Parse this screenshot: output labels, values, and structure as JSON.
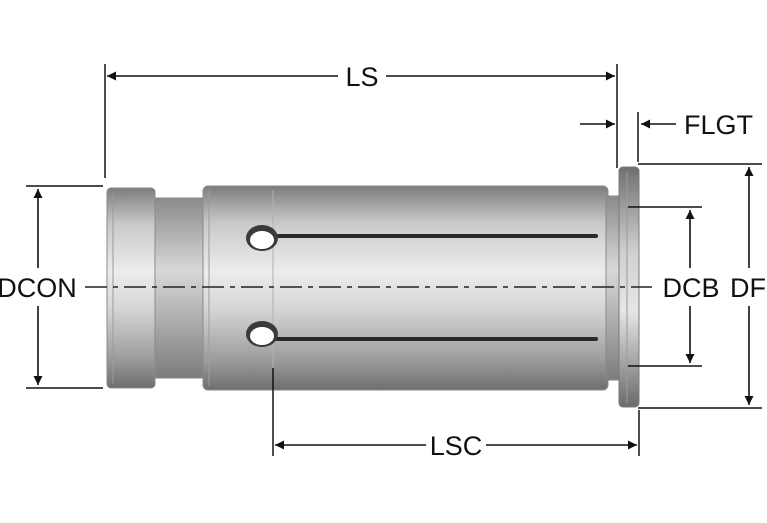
{
  "dimensions": {
    "ls": "LS",
    "flgt": "FLGT",
    "dcon": "DCON",
    "dcb": "DCB",
    "df": "DF",
    "lsc": "LSC"
  },
  "colors": {
    "line": "#111111",
    "body_light": "#e2e2e2",
    "body_mid": "#b5b5b5",
    "body_dark": "#7a7a7a",
    "slot": "#2a2a2a"
  }
}
